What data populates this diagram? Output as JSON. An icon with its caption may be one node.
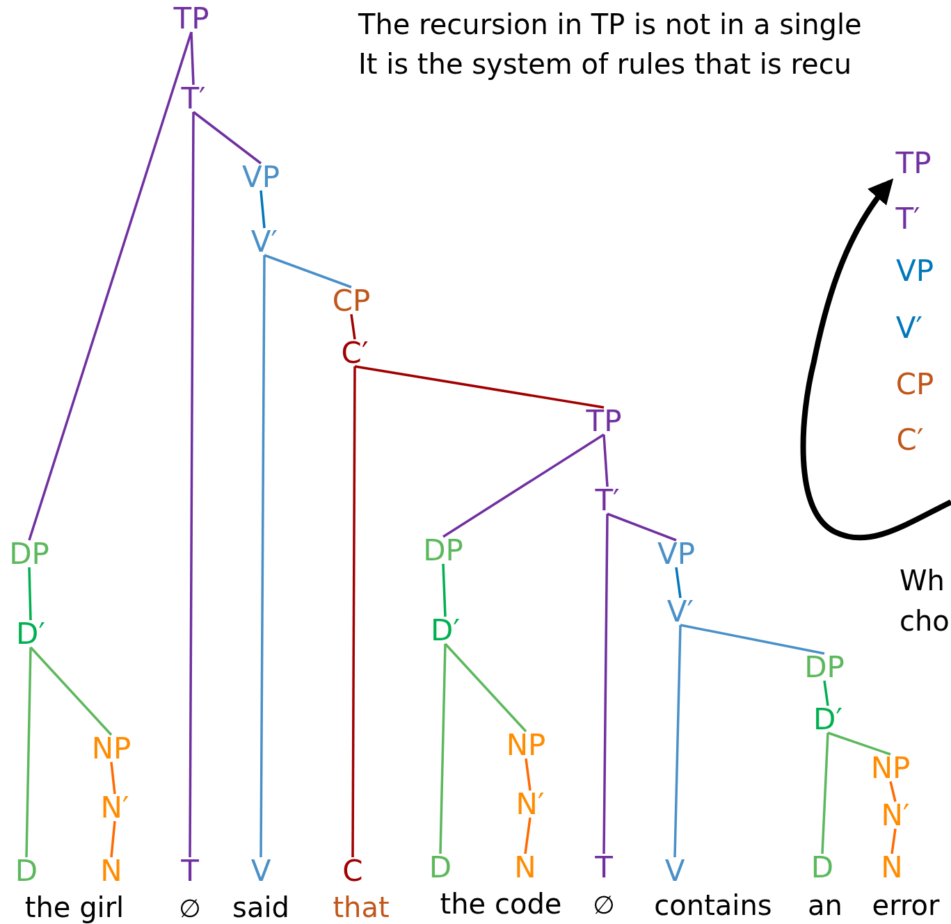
{
  "diagram": {
    "nodes": [
      {
        "text": [
          "TP"
        ]
      },
      {
        "text": [
          "T′"
        ]
      },
      {
        "text": [
          "DP"
        ]
      },
      {
        "text": [
          "D′"
        ]
      },
      {
        "text": [
          "D"
        ]
      },
      {
        "text": [
          "NP"
        ]
      },
      {
        "text": [
          "N′"
        ]
      },
      {
        "text": [
          "N"
        ]
      },
      {
        "text": [
          "T"
        ]
      },
      {
        "text": [
          "VP"
        ]
      },
      {
        "text": [
          "V′"
        ]
      },
      {
        "text": [
          "V"
        ]
      },
      {
        "text": [
          "CP"
        ]
      },
      {
        "text": [
          "C′"
        ]
      },
      {
        "text": [
          "C"
        ]
      },
      {
        "text": [
          "TP"
        ]
      },
      {
        "text": [
          "DP"
        ]
      },
      {
        "text": [
          "D′"
        ]
      },
      {
        "text": [
          "D"
        ]
      },
      {
        "text": [
          "NP"
        ]
      },
      {
        "text": [
          "N′"
        ]
      },
      {
        "text": [
          "N"
        ]
      },
      {
        "text": [
          "T′"
        ]
      },
      {
        "text": [
          "T"
        ]
      },
      {
        "text": [
          "VP"
        ]
      },
      {
        "text": [
          "V′"
        ]
      },
      {
        "text": [
          "V"
        ]
      },
      {
        "text": [
          "DP"
        ]
      },
      {
        "text": [
          "D′"
        ]
      },
      {
        "text": [
          "D"
        ]
      },
      {
        "text": [
          "NP"
        ]
      },
      {
        "text": [
          "N′"
        ]
      },
      {
        "text": [
          "N"
        ]
      },
      {
        "text": [
          "TP"
        ]
      }
    ],
    "edges": [
      {
        "from": 0,
        "to": 1,
        "arrow": "none",
        "color": "#7030a0"
      },
      {
        "from": 0,
        "to": 2,
        "arrow": "none",
        "color": "#7030a0"
      },
      {
        "from": 1,
        "to": 8,
        "arrow": "none",
        "color": "#7030a0"
      },
      {
        "from": 1,
        "to": 9,
        "arrow": "none",
        "color": "#7030a0"
      },
      {
        "from": 2,
        "to": 3,
        "arrow": "none",
        "color": "#00b050"
      },
      {
        "from": 3,
        "to": 4,
        "arrow": "none",
        "color": "#5cb85c"
      },
      {
        "from": 3,
        "to": 5,
        "arrow": "none",
        "color": "#5cb85c"
      },
      {
        "from": 5,
        "to": 6,
        "arrow": "none",
        "color": "#ff6a00"
      },
      {
        "from": 6,
        "to": 7,
        "arrow": "none",
        "color": "#ff6a00"
      },
      {
        "from": 9,
        "to": 10,
        "arrow": "none",
        "color": "#0077bb"
      },
      {
        "from": 10,
        "to": 11,
        "arrow": "none",
        "color": "#4a90c8"
      },
      {
        "from": 10,
        "to": 12,
        "arrow": "none",
        "color": "#4a90c8"
      },
      {
        "from": 12,
        "to": 13,
        "arrow": "none",
        "color": "#a00000"
      },
      {
        "from": 13,
        "to": 14,
        "arrow": "none",
        "color": "#a00000"
      },
      {
        "from": 13,
        "to": 15,
        "arrow": "none",
        "color": "#a00000"
      },
      {
        "from": 15,
        "to": 16,
        "arrow": "none",
        "color": "#7030a0"
      },
      {
        "from": 15,
        "to": 22,
        "arrow": "none",
        "color": "#7030a0"
      },
      {
        "from": 16,
        "to": 17,
        "arrow": "none",
        "color": "#00b050"
      },
      {
        "from": 17,
        "to": 18,
        "arrow": "none",
        "color": "#5cb85c"
      },
      {
        "from": 17,
        "to": 19,
        "arrow": "none",
        "color": "#5cb85c"
      },
      {
        "from": 19,
        "to": 20,
        "arrow": "none",
        "color": "#ff6a00"
      },
      {
        "from": 20,
        "to": 21,
        "arrow": "none",
        "color": "#ff6a00"
      },
      {
        "from": 22,
        "to": 23,
        "arrow": "none",
        "color": "#7030a0"
      },
      {
        "from": 22,
        "to": 24,
        "arrow": "none",
        "color": "#7030a0"
      },
      {
        "from": 24,
        "to": 25,
        "arrow": "none",
        "color": "#0077bb"
      },
      {
        "from": 25,
        "to": 26,
        "arrow": "none",
        "color": "#4a90c8"
      },
      {
        "from": 25,
        "to": 27,
        "arrow": "none",
        "color": "#4a90c8"
      },
      {
        "from": 27,
        "to": 28,
        "arrow": "none",
        "color": "#00b050"
      },
      {
        "from": 28,
        "to": 29,
        "arrow": "none",
        "color": "#5cb85c"
      },
      {
        "from": 28,
        "to": 30,
        "arrow": "none",
        "color": "#5cb85c"
      },
      {
        "from": 30,
        "to": 31,
        "arrow": "none",
        "color": "#ff6a00"
      },
      {
        "from": 31,
        "to": 32,
        "arrow": "none",
        "color": "#ff6a00"
      },
      {
        "from": null,
        "to": 33,
        "arrow": "to",
        "style": "thick",
        "color": "#000000"
      }
    ],
    "labels": [
      "The recursion in TP is not in a single",
      "It is the system of rules that is recu",
      "T′",
      "VP",
      "V′",
      "CP",
      "C′",
      "Wh",
      "cho",
      "the girl",
      "∅",
      "said",
      "that",
      "the code",
      "∅",
      "contains",
      "an",
      "error"
    ]
  }
}
